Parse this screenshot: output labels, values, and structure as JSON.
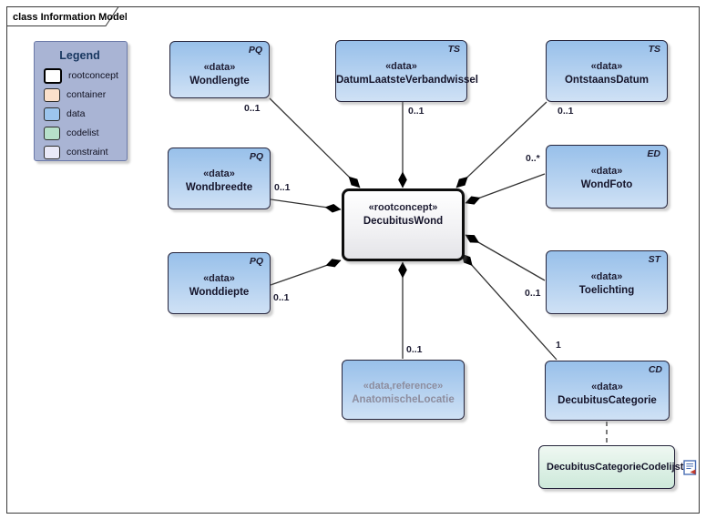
{
  "frame": {
    "label": "class Information Model"
  },
  "legend": {
    "title": "Legend",
    "items": [
      {
        "label": "rootconcept",
        "color": "#ffffff"
      },
      {
        "label": "container",
        "color": "#fbe0cb"
      },
      {
        "label": "data",
        "color": "#9cc5ee"
      },
      {
        "label": "codelist",
        "color": "#b7e0ca"
      },
      {
        "label": "constraint",
        "color": "#e9e9f7"
      }
    ]
  },
  "diagram": {
    "root": {
      "stereotype": "«rootconcept»",
      "name": "DecubitusWond"
    },
    "nodes": [
      {
        "stereotype": "«data»",
        "name": "Wondlengte",
        "type": "PQ",
        "multiplicity": "0..1"
      },
      {
        "stereotype": "«data»",
        "name": "DatumLaatsteVerbandwissel",
        "type": "TS",
        "multiplicity": "0..1"
      },
      {
        "stereotype": "«data»",
        "name": "OntstaansDatum",
        "type": "TS",
        "multiplicity": "0..1"
      },
      {
        "stereotype": "«data»",
        "name": "Wondbreedte",
        "type": "PQ",
        "multiplicity": "0..1"
      },
      {
        "stereotype": "«data»",
        "name": "WondFoto",
        "type": "ED",
        "multiplicity": "0..*"
      },
      {
        "stereotype": "«data»",
        "name": "Wonddiepte",
        "type": "PQ",
        "multiplicity": "0..1"
      },
      {
        "stereotype": "«data»",
        "name": "Toelichting",
        "type": "ST",
        "multiplicity": "0..1"
      },
      {
        "stereotype": "«data,reference»",
        "name": "AnatomischeLocatie",
        "type": "",
        "multiplicity": "0..1"
      },
      {
        "stereotype": "«data»",
        "name": "DecubitusCategorie",
        "type": "CD",
        "multiplicity": "1"
      }
    ],
    "codelist": {
      "name": "DecubitusCategorieCodelijst",
      "icon": "document-icon"
    },
    "colors": {
      "data_fill_top": "#98c0ea",
      "data_fill_bottom": "#cfe1f5",
      "codelist_fill_bottom": "#cde9da",
      "root_fill": "#ffffff",
      "legend_bg": "#a9b4d4",
      "line": "#333333"
    }
  }
}
